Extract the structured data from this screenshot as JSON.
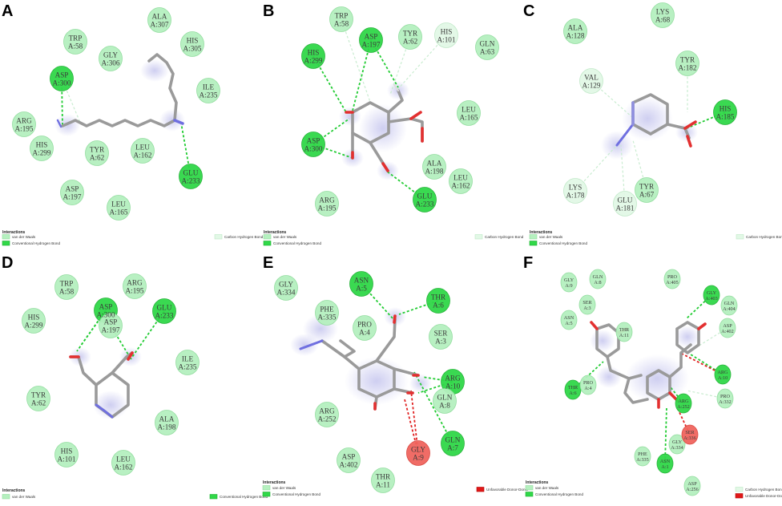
{
  "colors": {
    "vdw": "#b5f0bf",
    "vdw_stroke": "#8fdc9c",
    "hbond_residue": "#30d848",
    "hbond_residue_stroke": "#1fb033",
    "ch_bond_residue": "#e2f8e6",
    "ch_bond_residue_stroke": "#bfe8c7",
    "unfavorable": "#f0655e",
    "unfavorable_stroke": "#d9413a",
    "hbond_line": "#22cc33",
    "ch_line": "#c9ecd0",
    "unfav_line": "#e02020",
    "stick_gray": "#9a9a9a",
    "oxygen_red": "#e33030",
    "nitrogen_blue": "#6f6fe0",
    "glow": "#c9c9ef"
  },
  "panels": [
    {
      "id": "A",
      "letter": "A",
      "legend": {
        "title": "Interactions",
        "items": [
          "van der Waals",
          "Conventional Hydrogen Bond",
          "Carbon Hydrogen Bond"
        ]
      },
      "residues": [
        {
          "name": "ALA",
          "num": "A:307",
          "kind": "vdw"
        },
        {
          "name": "TRP",
          "num": "A:58",
          "kind": "vdw"
        },
        {
          "name": "GLY",
          "num": "A:306",
          "kind": "vdw"
        },
        {
          "name": "HIS",
          "num": "A:305",
          "kind": "vdw"
        },
        {
          "name": "ASP",
          "num": "A:300",
          "kind": "hbond"
        },
        {
          "name": "ILE",
          "num": "A:235",
          "kind": "vdw"
        },
        {
          "name": "ARG",
          "num": "A:195",
          "kind": "vdw"
        },
        {
          "name": "HIS",
          "num": "A:299",
          "kind": "vdw"
        },
        {
          "name": "TYR",
          "num": "A:62",
          "kind": "vdw"
        },
        {
          "name": "LEU",
          "num": "A:162",
          "kind": "vdw"
        },
        {
          "name": "GLU",
          "num": "A:233",
          "kind": "hbond"
        },
        {
          "name": "ASP",
          "num": "A:197",
          "kind": "vdw"
        },
        {
          "name": "LEU",
          "num": "A:165",
          "kind": "vdw"
        }
      ]
    },
    {
      "id": "B",
      "letter": "B",
      "legend": {
        "title": "Interactions",
        "items": [
          "van der Waals",
          "Conventional Hydrogen Bond",
          "Carbon Hydrogen Bond"
        ]
      },
      "residues": [
        {
          "name": "TRP",
          "num": "A:58",
          "kind": "vdw"
        },
        {
          "name": "ASP",
          "num": "A:197",
          "kind": "hbond"
        },
        {
          "name": "TYR",
          "num": "A:62",
          "kind": "vdw"
        },
        {
          "name": "HIS",
          "num": "A:101",
          "kind": "ch"
        },
        {
          "name": "GLN",
          "num": "A:63",
          "kind": "vdw"
        },
        {
          "name": "HIS",
          "num": "A:299",
          "kind": "hbond"
        },
        {
          "name": "LEU",
          "num": "A:165",
          "kind": "vdw"
        },
        {
          "name": "ASP",
          "num": "A:300",
          "kind": "hbond"
        },
        {
          "name": "ALA",
          "num": "A:198",
          "kind": "vdw"
        },
        {
          "name": "LEU",
          "num": "A:162",
          "kind": "vdw"
        },
        {
          "name": "ARG",
          "num": "A:195",
          "kind": "vdw"
        },
        {
          "name": "GLU",
          "num": "A:233",
          "kind": "hbond"
        }
      ]
    },
    {
      "id": "C",
      "letter": "C",
      "legend": {
        "title": "Interactions",
        "items": [
          "van der Waals",
          "Conventional Hydrogen Bond",
          "Carbon Hydrogen Bond"
        ]
      },
      "residues": [
        {
          "name": "ALA",
          "num": "A:128",
          "kind": "vdw"
        },
        {
          "name": "LYS",
          "num": "A:68",
          "kind": "vdw"
        },
        {
          "name": "TYR",
          "num": "A:182",
          "kind": "vdw"
        },
        {
          "name": "VAL",
          "num": "A:129",
          "kind": "ch"
        },
        {
          "name": "HIS",
          "num": "A:185",
          "kind": "hbond"
        },
        {
          "name": "LYS",
          "num": "A:178",
          "kind": "ch"
        },
        {
          "name": "TYR",
          "num": "A:67",
          "kind": "vdw"
        },
        {
          "name": "GLU",
          "num": "A:181",
          "kind": "ch"
        }
      ]
    },
    {
      "id": "D",
      "letter": "D",
      "legend": {
        "title": "Interactions",
        "items": [
          "van der Waals",
          "Conventional Hydrogen Bond"
        ]
      },
      "residues": [
        {
          "name": "TRP",
          "num": "A:58",
          "kind": "vdw"
        },
        {
          "name": "ASP",
          "num": "A:300",
          "kind": "hbond"
        },
        {
          "name": "ARG",
          "num": "A:195",
          "kind": "vdw"
        },
        {
          "name": "HIS",
          "num": "A:299",
          "kind": "vdw"
        },
        {
          "name": "ASP",
          "num": "A:197",
          "kind": "vdw"
        },
        {
          "name": "GLU",
          "num": "A:233",
          "kind": "hbond"
        },
        {
          "name": "ILE",
          "num": "A:235",
          "kind": "vdw"
        },
        {
          "name": "TYR",
          "num": "A:62",
          "kind": "vdw"
        },
        {
          "name": "ALA",
          "num": "A:198",
          "kind": "vdw"
        },
        {
          "name": "HIS",
          "num": "A:101",
          "kind": "vdw"
        },
        {
          "name": "LEU",
          "num": "A:162",
          "kind": "vdw"
        }
      ]
    },
    {
      "id": "E",
      "letter": "E",
      "legend": {
        "title": "Interactions",
        "items": [
          "van der Waals",
          "Conventional Hydrogen Bond",
          "Unfavorable Donor-Donor"
        ]
      },
      "residues": [
        {
          "name": "ASN",
          "num": "A:5",
          "kind": "hbond"
        },
        {
          "name": "GLY",
          "num": "A:334",
          "kind": "vdw"
        },
        {
          "name": "PHE",
          "num": "A:335",
          "kind": "vdw"
        },
        {
          "name": "PRO",
          "num": "A:4",
          "kind": "vdw"
        },
        {
          "name": "THR",
          "num": "A:6",
          "kind": "hbond"
        },
        {
          "name": "SER",
          "num": "A:3",
          "kind": "vdw"
        },
        {
          "name": "ARG",
          "num": "A:10",
          "kind": "hbond"
        },
        {
          "name": "GLN",
          "num": "A:8",
          "kind": "vdw"
        },
        {
          "name": "ARG",
          "num": "A:252",
          "kind": "vdw"
        },
        {
          "name": "GLN",
          "num": "A:7",
          "kind": "hbond"
        },
        {
          "name": "GLY",
          "num": "A:9",
          "kind": "unfav"
        },
        {
          "name": "ASP",
          "num": "A:402",
          "kind": "vdw"
        },
        {
          "name": "THR",
          "num": "A:11",
          "kind": "vdw"
        }
      ]
    },
    {
      "id": "F",
      "letter": "F",
      "legend": {
        "title": "Interactions",
        "items": [
          "van der Waals",
          "Conventional Hydrogen Bond",
          "Carbon Hydrogen Bond",
          "Unfavorable Donor-Donor"
        ]
      },
      "residues": [
        {
          "name": "GLY",
          "num": "A:9",
          "kind": "vdw"
        },
        {
          "name": "GLN",
          "num": "A:8",
          "kind": "vdw"
        },
        {
          "name": "SER",
          "num": "A:3",
          "kind": "vdw"
        },
        {
          "name": "PRO",
          "num": "A:405",
          "kind": "vdw"
        },
        {
          "name": "GLY",
          "num": "A:403",
          "kind": "hbond"
        },
        {
          "name": "GLN",
          "num": "A:404",
          "kind": "vdw"
        },
        {
          "name": "ASN",
          "num": "A:5",
          "kind": "vdw"
        },
        {
          "name": "THR",
          "num": "A:11",
          "kind": "vdw"
        },
        {
          "name": "ASP",
          "num": "A:402",
          "kind": "vdw"
        },
        {
          "name": "ARG",
          "num": "A:10",
          "kind": "hbond"
        },
        {
          "name": "THR",
          "num": "A:6",
          "kind": "hbond"
        },
        {
          "name": "PRO",
          "num": "A:4",
          "kind": "vdw"
        },
        {
          "name": "PRO",
          "num": "A:332",
          "kind": "vdw"
        },
        {
          "name": "ARG",
          "num": "A:252",
          "kind": "hbond"
        },
        {
          "name": "PHE",
          "num": "A:335",
          "kind": "vdw"
        },
        {
          "name": "GLY",
          "num": "A:334",
          "kind": "vdw"
        },
        {
          "name": "SER",
          "num": "A:336",
          "kind": "unfav"
        },
        {
          "name": "ASN",
          "num": "A:1",
          "kind": "hbond"
        },
        {
          "name": "ASP",
          "num": "A:256",
          "kind": "vdw"
        }
      ]
    }
  ]
}
